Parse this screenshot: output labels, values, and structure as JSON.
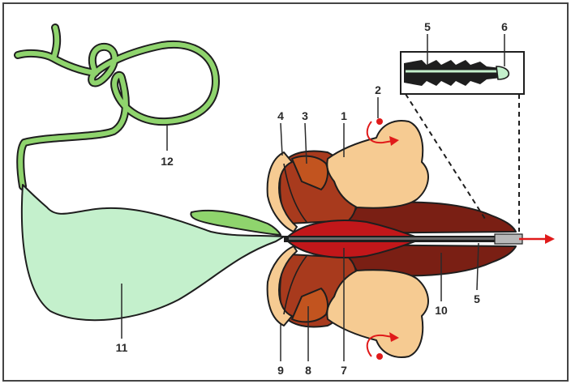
{
  "labels": {
    "n1": "1",
    "n2": "2",
    "n3": "3",
    "n4": "4",
    "n5": "5",
    "n6": "6",
    "n5b": "5",
    "n7": "7",
    "n8": "8",
    "n9": "9",
    "n10": "10",
    "n11": "11",
    "n12": "12"
  },
  "colors": {
    "venom_gland": "#c4f0cc",
    "duct": "#8fd46d",
    "muscle_dark": "#7a1f14",
    "muscle_mid": "#a83a1d",
    "muscle_light": "#c2541f",
    "light_tissue": "#f6cb92",
    "bulb_red": "#c2171a",
    "arrow": "#e01a1a"
  }
}
